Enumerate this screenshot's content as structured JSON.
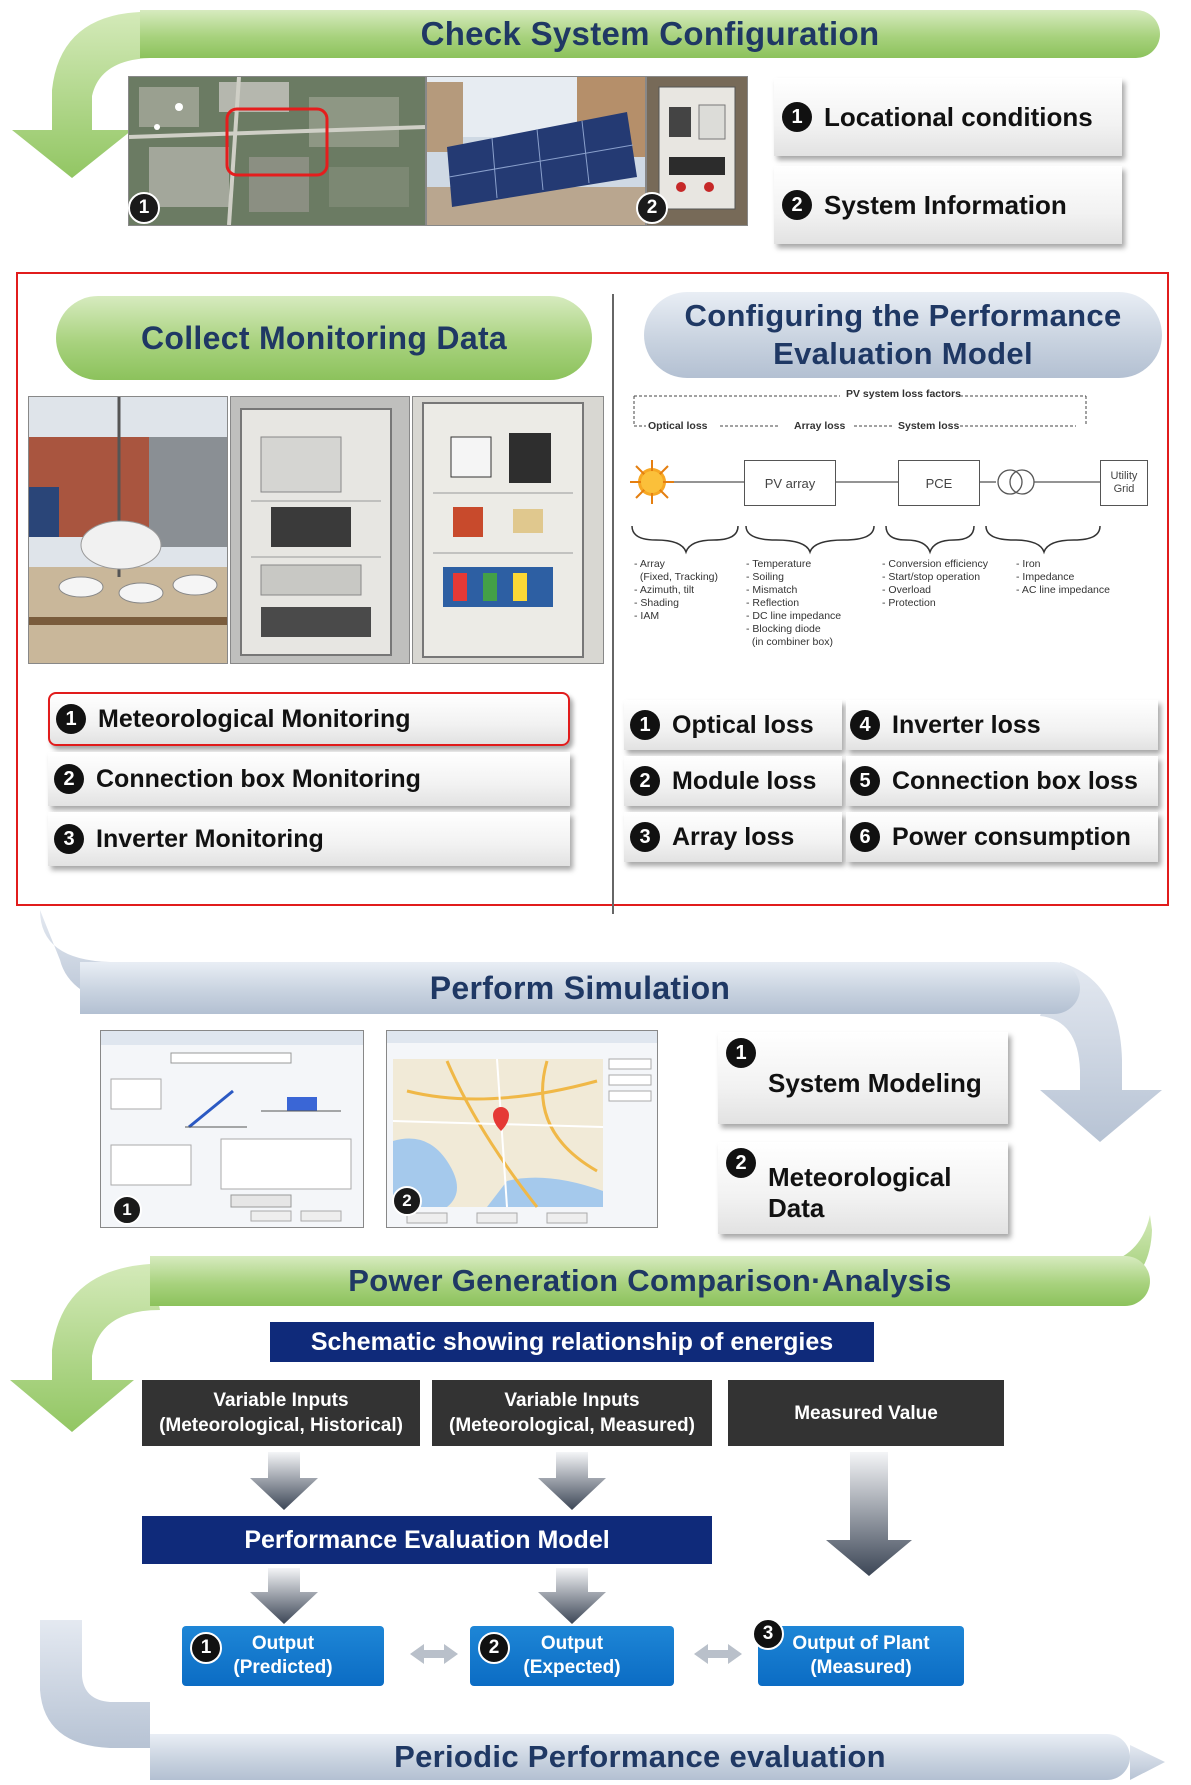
{
  "sections": {
    "check": "Check System Configuration",
    "collect": "Collect Monitoring Data",
    "configuring_line1": "Configuring the Performance",
    "configuring_line2": "Evaluation Model",
    "simulate": "Perform Simulation",
    "compare": "Power Generation Comparison·Analysis",
    "periodic": "Periodic Performance evaluation"
  },
  "check_items": [
    {
      "n": "1",
      "label": "Locational conditions"
    },
    {
      "n": "2",
      "label": "System Information"
    }
  ],
  "photo_badges": {
    "map": "1",
    "box": "2"
  },
  "monitoring_items": [
    {
      "n": "1",
      "label": "Meteorological Monitoring"
    },
    {
      "n": "2",
      "label": "Connection box Monitoring"
    },
    {
      "n": "3",
      "label": "Inverter Monitoring"
    }
  ],
  "loss_items": [
    {
      "n": "1",
      "label": "Optical loss"
    },
    {
      "n": "4",
      "label": "Inverter loss"
    },
    {
      "n": "2",
      "label": "Module loss"
    },
    {
      "n": "5",
      "label": "Connection box loss"
    },
    {
      "n": "3",
      "label": "Array loss"
    },
    {
      "n": "6",
      "label": "Power consumption"
    }
  ],
  "loss_diagram": {
    "title": "PV system loss factors",
    "optical": "Optical loss",
    "array": "Array loss",
    "system": "System loss",
    "pv_array": "PV array",
    "pce": "PCE",
    "utility_grid": "Utility\nGrid",
    "col1": "- Array\n  (Fixed, Tracking)\n- Azimuth, tilt\n- Shading\n- IAM",
    "col2": "- Temperature\n- Soiling\n- Mismatch\n- Reflection\n- DC line impedance\n- Blocking diode\n  (in combiner box)",
    "col3": "- Conversion efficiency\n- Start/stop operation\n- Overload\n- Protection",
    "col4": "- Iron\n- Impedance\n- AC line impedance"
  },
  "simulation_items": [
    {
      "n": "1",
      "label": "System Modeling"
    },
    {
      "n": "2",
      "label": "Meteorological\nData"
    }
  ],
  "screenshot_badges": [
    "1",
    "2"
  ],
  "energy": {
    "schematic_title": "Schematic showing relationship of energies",
    "input1": "Variable Inputs\n(Meteorological, Historical)",
    "input2": "Variable Inputs\n(Meteorological, Measured)",
    "measured": "Measured Value",
    "model": "Performance Evaluation Model",
    "outputs": [
      {
        "n": "1",
        "label": "Output\n(Predicted)"
      },
      {
        "n": "2",
        "label": "Output\n(Expected)"
      },
      {
        "n": "3",
        "label": "Output of Plant\n(Measured)"
      }
    ]
  },
  "colors": {
    "green": "#8cc25c",
    "gray": "#b3c0d2",
    "navy": "#0f2a7a",
    "blue": "#0b6cc4",
    "red": "#e11c1c"
  }
}
